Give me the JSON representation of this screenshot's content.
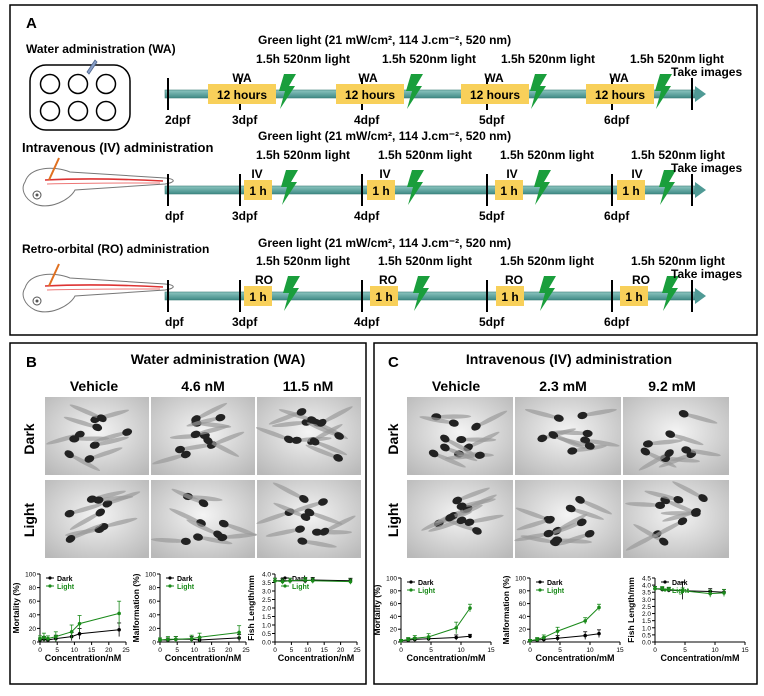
{
  "panel_a": {
    "letter": "A",
    "green_light": "Green light (21 mW/cm², 114 J.cm⁻², 520 nm)",
    "row_wa": {
      "title": "Water administration (WA)",
      "days": [
        "2dpf",
        "3dpf",
        "4dpf",
        "5dpf",
        "6dpf"
      ],
      "block_label": "12 hours",
      "marker": "WA",
      "light_label": "1.5h 520nm light",
      "end_label": "Take images"
    },
    "row_iv": {
      "title": "Intravenous (IV) administration",
      "days": [
        "dpf",
        "3dpf",
        "4dpf",
        "5dpf",
        "6dpf"
      ],
      "block_label": "1 h",
      "marker": "IV",
      "light_label": "1.5h 520nm light",
      "end_label": "Take images"
    },
    "row_ro": {
      "title": "Retro-orbital (RO) administration",
      "days": [
        "dpf",
        "3dpf",
        "4dpf",
        "5dpf",
        "6dpf"
      ],
      "block_label": "1 h",
      "marker": "RO",
      "light_label": "1.5h 520nm light",
      "end_label": "Take images"
    }
  },
  "panel_b": {
    "letter": "B",
    "title": "Water administration (WA)",
    "columns": [
      "Vehicle",
      "4.6 nM",
      "11.5 nM"
    ],
    "rows": [
      "Dark",
      "Light"
    ]
  },
  "panel_c": {
    "letter": "C",
    "title": "Intravenous (IV) administration",
    "columns": [
      "Vehicle",
      "2.3 mM",
      "9.2 mM"
    ],
    "rows": [
      "Dark",
      "Light"
    ]
  },
  "colors": {
    "timeline": "#4f9a95",
    "block": "#f8d05a",
    "bolt": "#1a9e3c",
    "dark_series": "#000000",
    "light_series": "#1a8a1a",
    "border": "#000000"
  },
  "chart_data": [
    {
      "type": "line",
      "panel": "B",
      "xlabel": "Concentration/nM",
      "ylabel": "Mortality (%)",
      "xlim": [
        0,
        25
      ],
      "ylim": [
        0,
        100
      ],
      "xticks": [
        "0",
        "5",
        "10",
        "15",
        "20",
        "25"
      ],
      "yticks": [
        "0",
        "20",
        "40",
        "60",
        "80",
        "100"
      ],
      "legend": "top-left",
      "series": [
        {
          "name": "Dark",
          "x": [
            0,
            1.15,
            2.3,
            4.6,
            9.2,
            11.5,
            23
          ],
          "y": [
            3,
            4,
            3,
            5,
            8,
            12,
            18
          ],
          "err": [
            3,
            4,
            3,
            5,
            6,
            8,
            10
          ]
        },
        {
          "name": "Light",
          "x": [
            0,
            1.15,
            2.3,
            4.6,
            9.2,
            11.5,
            23
          ],
          "y": [
            5,
            7,
            5,
            8,
            15,
            27,
            42
          ],
          "err": [
            4,
            6,
            4,
            7,
            10,
            12,
            18
          ]
        }
      ]
    },
    {
      "type": "line",
      "panel": "B",
      "xlabel": "Concentration/nM",
      "ylabel": "Malformation (%)",
      "xlim": [
        0,
        25
      ],
      "ylim": [
        0,
        100
      ],
      "xticks": [
        "0",
        "5",
        "10",
        "15",
        "20",
        "25"
      ],
      "yticks": [
        "0",
        "20",
        "40",
        "60",
        "80",
        "100"
      ],
      "legend": "top-left",
      "series": [
        {
          "name": "Dark",
          "x": [
            0,
            2.3,
            4.6,
            9.2,
            11.5,
            23
          ],
          "y": [
            3,
            3,
            4,
            4,
            3,
            6
          ],
          "err": [
            3,
            3,
            4,
            4,
            3,
            5
          ]
        },
        {
          "name": "Light",
          "x": [
            0,
            2.3,
            4.6,
            9.2,
            11.5,
            23
          ],
          "y": [
            3,
            4,
            4,
            5,
            7,
            14
          ],
          "err": [
            3,
            4,
            4,
            5,
            6,
            10
          ]
        }
      ]
    },
    {
      "type": "line",
      "panel": "B",
      "xlabel": "Concentration/nM",
      "ylabel": "Fish Length/mm",
      "xlim": [
        0,
        25
      ],
      "ylim": [
        0,
        4.0
      ],
      "xticks": [
        "0",
        "5",
        "10",
        "15",
        "20",
        "25"
      ],
      "yticks": [
        "0.0",
        "0.5",
        "1.0",
        "1.5",
        "2.0",
        "2.5",
        "3.0",
        "3.5",
        "4.0"
      ],
      "legend": "top-left",
      "series": [
        {
          "name": "Dark",
          "x": [
            0,
            2.3,
            4.6,
            9.2,
            11.5,
            23
          ],
          "y": [
            3.6,
            3.6,
            3.6,
            3.6,
            3.65,
            3.6
          ],
          "err": [
            0.15,
            0.15,
            0.15,
            0.15,
            0.15,
            0.15
          ]
        },
        {
          "name": "Light",
          "x": [
            0,
            2.3,
            4.6,
            9.2,
            11.5,
            23
          ],
          "y": [
            3.6,
            3.55,
            3.6,
            3.65,
            3.6,
            3.55
          ],
          "err": [
            0.15,
            0.15,
            0.15,
            0.15,
            0.15,
            0.15
          ]
        }
      ]
    },
    {
      "type": "line",
      "panel": "C",
      "xlabel": "Concentration/mM",
      "ylabel": "Mortality (%)",
      "xlim": [
        0,
        15
      ],
      "ylim": [
        0,
        100
      ],
      "xticks": [
        "0",
        "5",
        "10",
        "15"
      ],
      "yticks": [
        "0",
        "20",
        "40",
        "60",
        "80",
        "100"
      ],
      "legend": "top-left",
      "series": [
        {
          "name": "Dark",
          "x": [
            0,
            1.2,
            2.3,
            4.6,
            9.2,
            11.5
          ],
          "y": [
            2,
            3,
            4,
            5,
            7,
            9
          ],
          "err": [
            2,
            3,
            3,
            3,
            4,
            3
          ]
        },
        {
          "name": "Light",
          "x": [
            0,
            1.2,
            2.3,
            4.6,
            9.2,
            11.5
          ],
          "y": [
            2,
            4,
            6,
            8,
            22,
            53
          ],
          "err": [
            2,
            3,
            4,
            5,
            9,
            6
          ]
        }
      ]
    },
    {
      "type": "line",
      "panel": "C",
      "xlabel": "Concentration/mM",
      "ylabel": "Malformation (%)",
      "xlim": [
        0,
        15
      ],
      "ylim": [
        0,
        100
      ],
      "xticks": [
        "0",
        "5",
        "10",
        "15"
      ],
      "yticks": [
        "0",
        "20",
        "40",
        "60",
        "80",
        "100"
      ],
      "legend": "top-left",
      "series": [
        {
          "name": "Dark",
          "x": [
            0,
            1.2,
            2.3,
            4.6,
            9.2,
            11.5
          ],
          "y": [
            2,
            3,
            4,
            6,
            10,
            13
          ],
          "err": [
            2,
            3,
            3,
            4,
            6,
            6
          ]
        },
        {
          "name": "Light",
          "x": [
            0,
            1.2,
            2.3,
            4.6,
            9.2,
            11.5
          ],
          "y": [
            2,
            4,
            7,
            17,
            33,
            54
          ],
          "err": [
            2,
            3,
            4,
            6,
            5,
            5
          ]
        }
      ]
    },
    {
      "type": "line",
      "panel": "C",
      "xlabel": "Concentration/mM",
      "ylabel": "Fish Length/mm",
      "xlim": [
        0,
        15
      ],
      "ylim": [
        0,
        4.5
      ],
      "xticks": [
        "0",
        "5",
        "10",
        "15"
      ],
      "yticks": [
        "0.0",
        "0.5",
        "1.0",
        "1.5",
        "2.0",
        "2.5",
        "3.0",
        "3.5",
        "4.0",
        "4.5"
      ],
      "legend": "top-left",
      "series": [
        {
          "name": "Dark",
          "x": [
            0,
            1.2,
            2.3,
            4.6,
            9.2,
            11.5
          ],
          "y": [
            3.75,
            3.7,
            3.65,
            3.6,
            3.55,
            3.5
          ],
          "err": [
            0.15,
            0.15,
            0.15,
            0.6,
            0.2,
            0.2
          ]
        },
        {
          "name": "Light",
          "x": [
            0,
            1.2,
            2.3,
            4.6,
            9.2,
            11.5
          ],
          "y": [
            3.75,
            3.75,
            3.7,
            3.6,
            3.4,
            3.45
          ],
          "err": [
            0.15,
            0.15,
            0.15,
            0.2,
            0.25,
            0.25
          ]
        }
      ]
    }
  ]
}
